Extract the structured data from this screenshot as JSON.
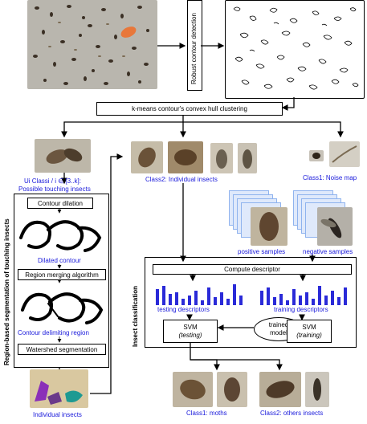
{
  "top": {
    "detection_label": "Robust contour detection",
    "clustering_label": "k-means contour's convex hull clustering"
  },
  "groups": {
    "touching_line1": "Ui Classi / i ∈ [3..k]:",
    "touching_line2": "Possible touching insects",
    "individual": "Class2: Individual insects",
    "noise": "Class1: Noise map"
  },
  "segmentation": {
    "side_title": "Region-based segmentation of touching insects",
    "step1": "Contour dilation",
    "dilated_caption": "Dilated contour",
    "step2": "Region merging algorithm",
    "delimiting_caption": "Contour delimiting region",
    "step3": "Watershed segmentation",
    "result_caption": "Individual insects"
  },
  "samples": {
    "positive": "positive samples",
    "negative": "negative samples"
  },
  "classification": {
    "side_title": "Insect classification",
    "compute": "Compute descriptor",
    "testing_desc": "testing descriptors",
    "training_desc": "training descriptors",
    "svm": "SVM",
    "svm_test_mode": "(testing)",
    "svm_train_mode": "(training)",
    "model_line1": "trained",
    "model_line2": "model"
  },
  "outputs": {
    "moths": "Class1: moths",
    "others": "Class2: others insects"
  },
  "colors": {
    "text_blue": "#1a1adb",
    "bar_blue": "#2a2ad8",
    "stack_blue": "#8fb3ee"
  }
}
